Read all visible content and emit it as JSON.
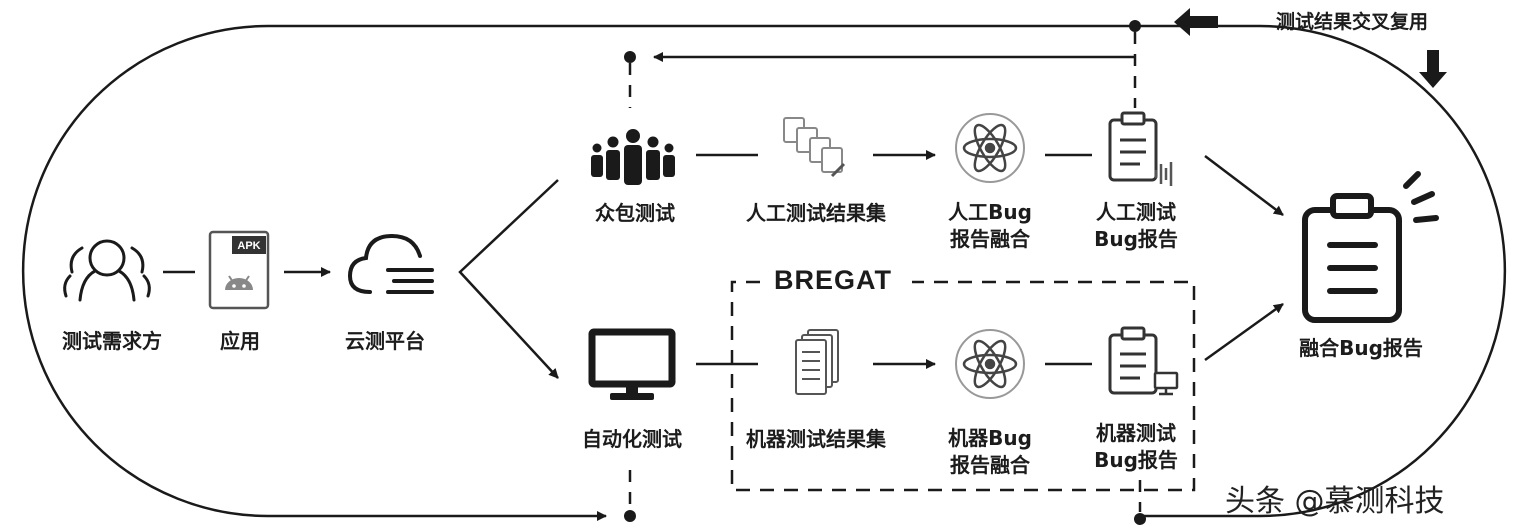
{
  "nodes": {
    "requester": "测试需求方",
    "app": "应用",
    "apk_badge": "APK",
    "cloud_platform": "云测平台",
    "crowd_testing": "众包测试",
    "auto_testing": "自动化测试",
    "manual_results": "人工测试结果集",
    "manual_fusion": [
      "人工Bug",
      "报告融合"
    ],
    "manual_report": [
      "人工测试",
      "Bug报告"
    ],
    "machine_results": "机器测试结果集",
    "machine_fusion": [
      "机器Bug",
      "报告融合"
    ],
    "machine_report": [
      "机器测试",
      "Bug报告"
    ],
    "fused_report": "融合Bug报告"
  },
  "group_label": "BREGAT",
  "cross_reuse_label": "测试结果交叉复用",
  "watermark": "头条 @慕测科技"
}
